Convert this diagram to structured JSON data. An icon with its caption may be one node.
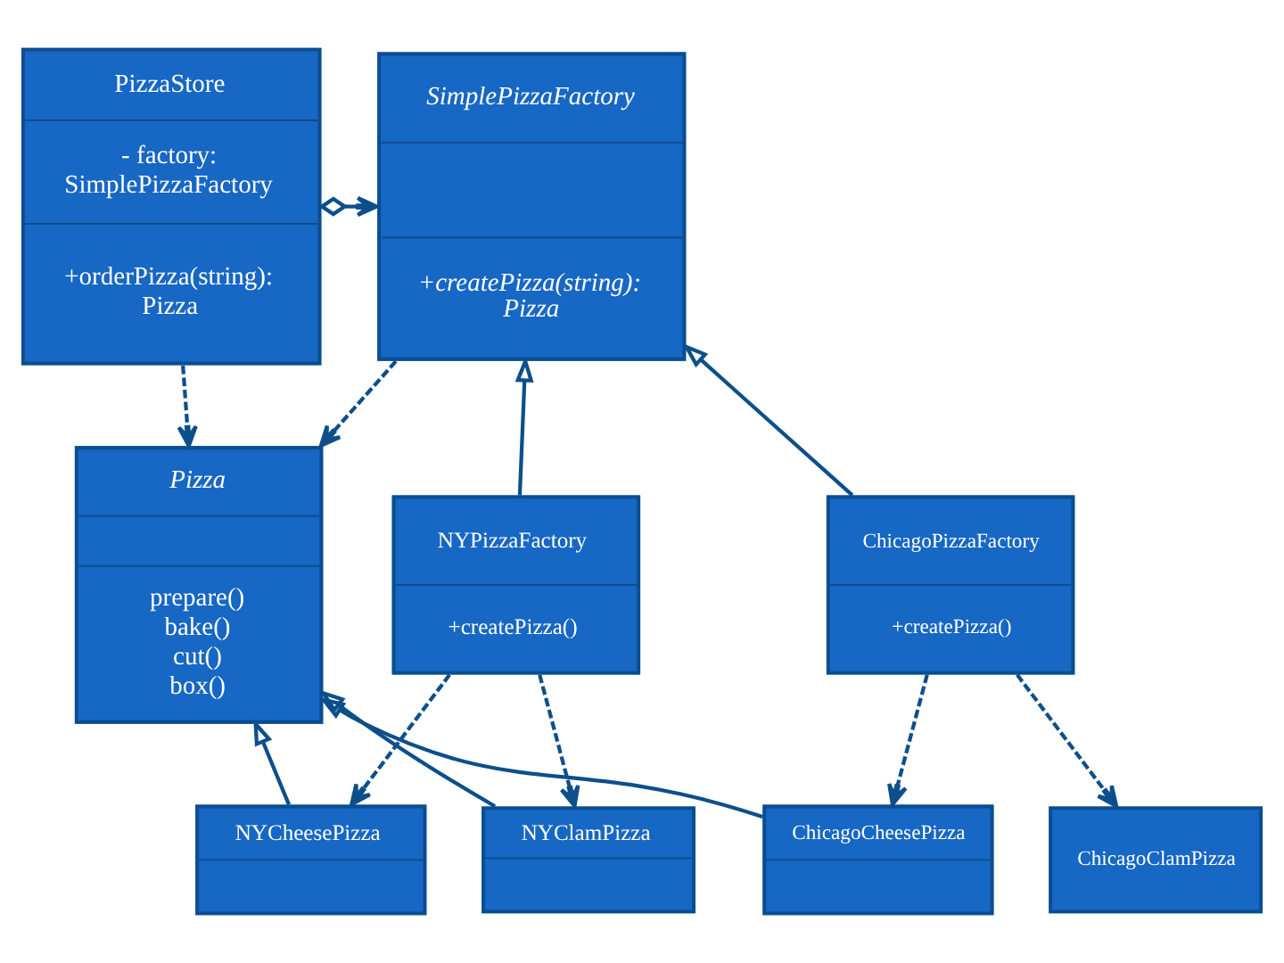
{
  "diagram": {
    "nodes": [
      {
        "text": [
          "PizzaStore",
          "- factory: SimplePizzaFactory",
          "+orderPizza(string): Pizza"
        ]
      },
      {
        "text": [
          "SimplePizzaFactory",
          "+createPizza(string): Pizza"
        ]
      },
      {
        "text": [
          "Pizza",
          "prepare() bake() cut() box()"
        ]
      },
      {
        "text": [
          "NYPizzaFactory",
          "+createPizza()"
        ]
      },
      {
        "text": [
          "ChicagoPizzaFactory",
          "+createPizza()"
        ]
      },
      {
        "text": [
          "NYCheesePizza"
        ]
      },
      {
        "text": [
          "NYClamPizza"
        ]
      },
      {
        "text": [
          "ChicagoCheesePizza"
        ]
      },
      {
        "text": [
          "ChicagoClamPizza"
        ]
      }
    ],
    "edges": [
      {
        "from": 0,
        "to": 1,
        "arrow": "to"
      },
      {
        "from": 0,
        "to": 2,
        "arrow": "to",
        "style": "dashed"
      },
      {
        "from": 1,
        "to": 2,
        "arrow": "to",
        "style": "dashed"
      },
      {
        "from": 3,
        "to": 1,
        "arrow": "to"
      },
      {
        "from": 4,
        "to": 1,
        "arrow": "to"
      },
      {
        "from": 5,
        "to": 2,
        "arrow": "to"
      },
      {
        "from": 6,
        "to": 2,
        "arrow": "to"
      },
      {
        "from": 7,
        "to": 2,
        "arrow": "to"
      },
      {
        "from": 3,
        "to": 5,
        "arrow": "to",
        "style": "dashed"
      },
      {
        "from": 3,
        "to": 6,
        "arrow": "to",
        "style": "dashed"
      },
      {
        "from": 4,
        "to": 7,
        "arrow": "to",
        "style": "dashed"
      },
      {
        "from": 4,
        "to": 8,
        "arrow": "to",
        "style": "dashed"
      }
    ]
  }
}
